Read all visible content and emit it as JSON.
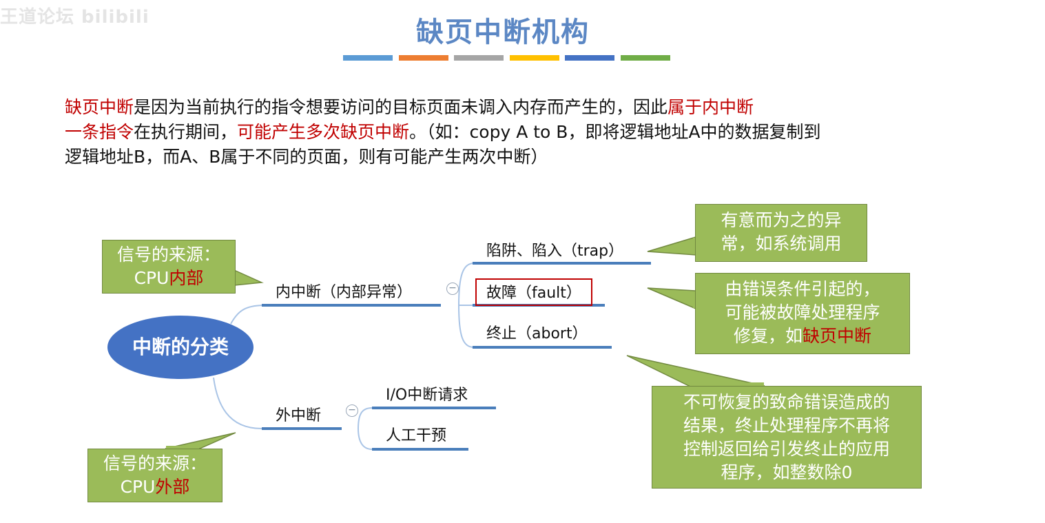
{
  "watermark": "王道论坛 bilibili",
  "title": "缺页中断机构",
  "title_bar_colors": [
    "#5b9bd5",
    "#ed7d31",
    "#a5a5a5",
    "#ffc000",
    "#4472c4",
    "#70ad47"
  ],
  "paragraph": {
    "line1": [
      {
        "text": "缺页中断",
        "color": "#c00000"
      },
      {
        "text": "是因为当前执行的指令想要访问的目标页面未调入内存而产生的，因此",
        "color": "#111111"
      },
      {
        "text": "属于内中断",
        "color": "#c00000"
      }
    ],
    "line2": [
      {
        "text": "一条指令",
        "color": "#c00000"
      },
      {
        "text": "在执行期间，",
        "color": "#111111"
      },
      {
        "text": "可能产生多次缺页中断",
        "color": "#c00000"
      },
      {
        "text": "。（如：copy A to B，即将逻辑地址A中的数据复制到",
        "color": "#111111"
      }
    ],
    "line3": [
      {
        "text": "逻辑地址B，而A、B属于不同的页面，则有可能产生两次中断）",
        "color": "#111111"
      }
    ]
  },
  "mindmap": {
    "root": "中断的分类",
    "internal": {
      "label": "内中断（内部异常）",
      "children": [
        "陷阱、陷入（trap）",
        "故障（fault）",
        "终止（abort）"
      ]
    },
    "external": {
      "label": "外中断",
      "children": [
        "I/O中断请求",
        "人工干预"
      ]
    },
    "collapse_symbol": "−"
  },
  "callouts": {
    "internal_source": {
      "line1": "信号的来源：",
      "prefix": "CPU",
      "highlight": "内部"
    },
    "external_source": {
      "line1": "信号的来源：",
      "prefix": "CPU",
      "highlight": "外部"
    },
    "trap": {
      "line1": "有意而为之的异",
      "line2": "常，如系统调用"
    },
    "fault": {
      "line1": "由错误条件引起的，",
      "line2": "可能被故障处理程序",
      "line3_prefix": "修复，如",
      "line3_highlight": "缺页中断"
    },
    "abort": {
      "line1": "不可恢复的致命错误造成的",
      "line2": "结果，终止处理程序不再将",
      "line3": "控制返回给引发终止的应用",
      "line4": "程序，如整数除0"
    }
  },
  "colors": {
    "accent_blue": "#5b87c4",
    "highlight_red": "#c00000",
    "callout_green": "#9bbb59",
    "root_blue": "#4472c4"
  }
}
